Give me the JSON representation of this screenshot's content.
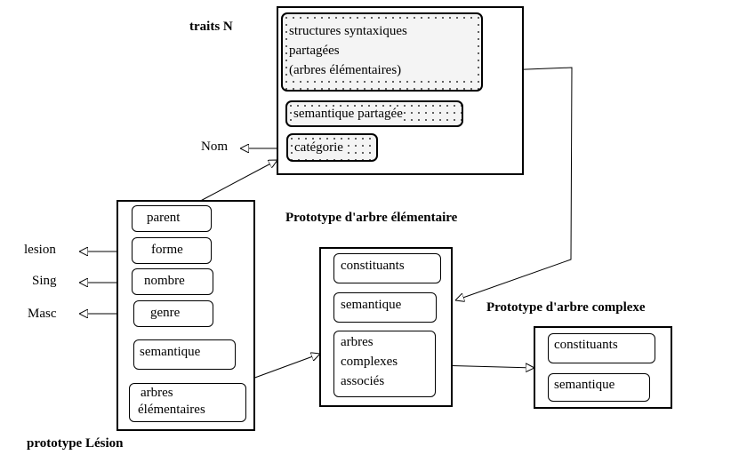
{
  "titles": {
    "traits_n": "traits N",
    "prototype_elementaire": "Prototype d'arbre élémentaire",
    "prototype_complexe": "Prototype d'arbre complexe",
    "prototype_lesion": "prototype Lésion"
  },
  "traits_n": {
    "structures_lines": [
      "structures syntaxiques",
      "partagées",
      "(arbres élémentaires)"
    ],
    "semantique": "semantique partagée",
    "categorie": "catégorie"
  },
  "lesion": {
    "slots": {
      "parent": "parent",
      "forme": "forme",
      "nombre": "nombre",
      "genre": "genre",
      "semantique": "semantique",
      "arbres_lines": [
        "arbres",
        "élémentaires"
      ]
    },
    "values": {
      "nom": "Nom",
      "lesion": "lesion",
      "sing": "Sing",
      "masc": "Masc"
    }
  },
  "elementaire": {
    "constituants": "constituants",
    "semantique": "semantique",
    "arbres_lines": [
      "arbres",
      "complexes",
      "associés"
    ]
  },
  "complexe": {
    "constituants": "constituants",
    "semantique": "semantique"
  }
}
